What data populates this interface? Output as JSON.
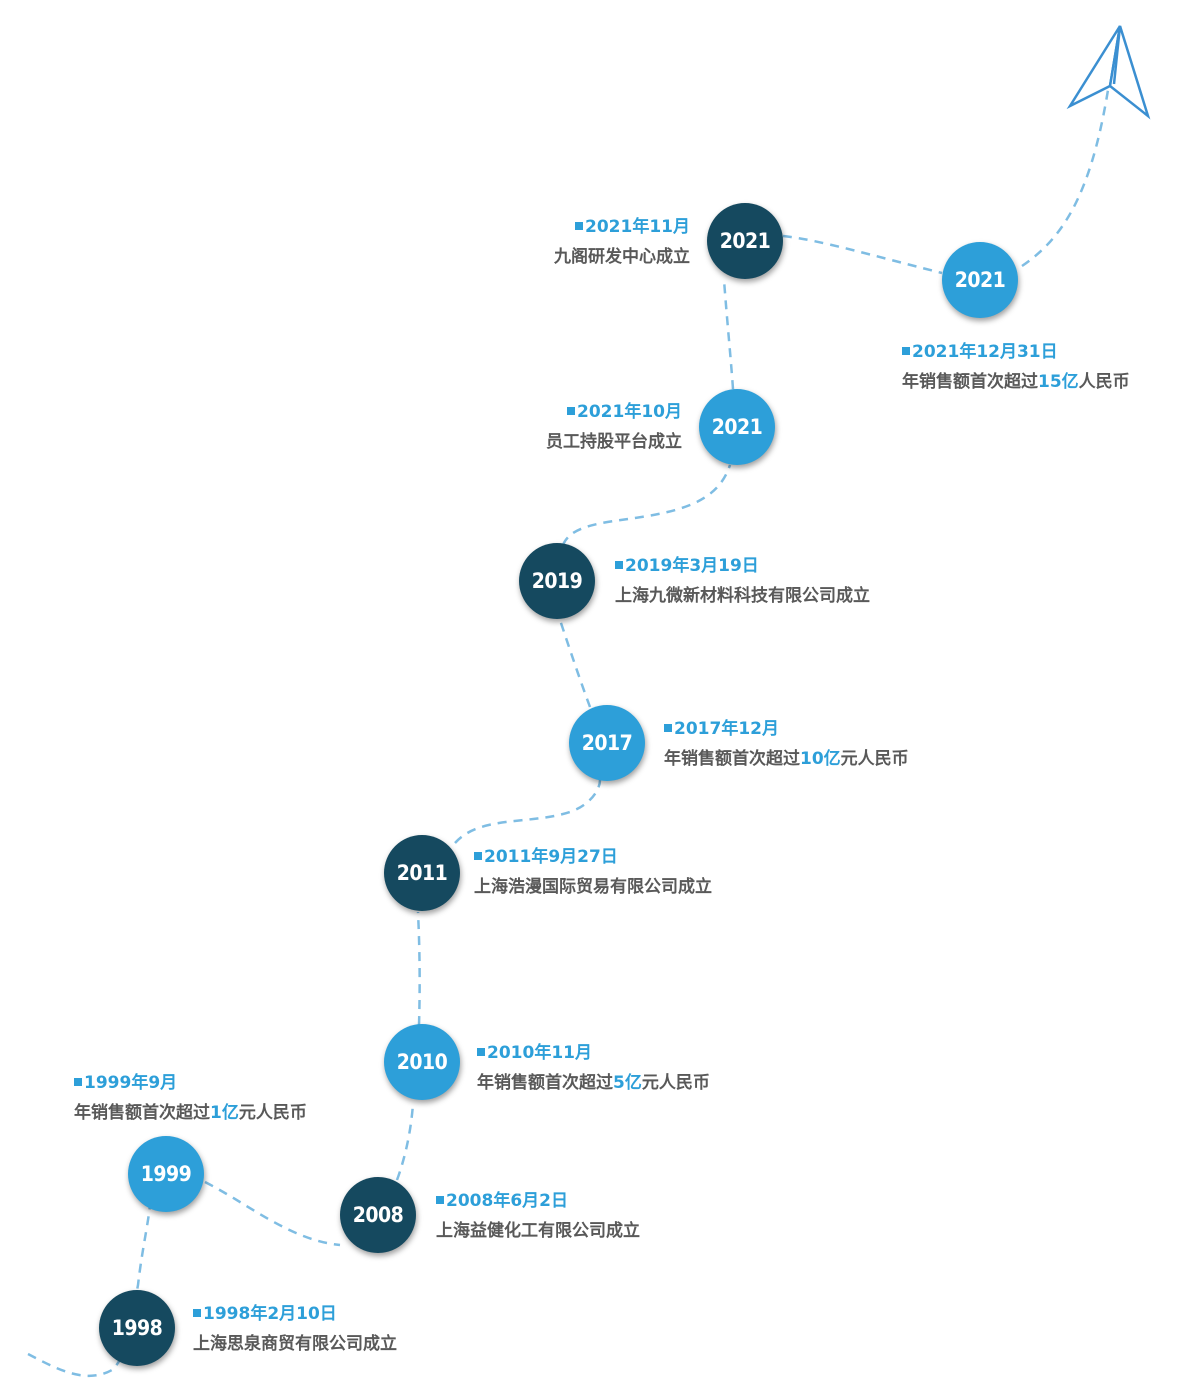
{
  "colors": {
    "dark_node": "#15495f",
    "light_node": "#2d9fd9",
    "date_text": "#2d9fd9",
    "desc_text": "#595959",
    "path_line": "#7fbde3",
    "arrow": "#3b8fd1"
  },
  "arrow_icon": "paper-plane-arrow-icon",
  "milestones": [
    {
      "year": "1998",
      "date": "1998年2月10日",
      "desc": "上海思泉商贸有限公司成立",
      "highlight": ""
    },
    {
      "year": "1999",
      "date": "1999年9月",
      "desc_pre": "年销售额首次超过",
      "highlight": "1亿",
      "desc_post": "元人民币"
    },
    {
      "year": "2008",
      "date": "2008年6月2日",
      "desc": "上海益健化工有限公司成立",
      "highlight": ""
    },
    {
      "year": "2010",
      "date": "2010年11月",
      "desc_pre": "年销售额首次超过",
      "highlight": "5亿",
      "desc_post": "元人民币"
    },
    {
      "year": "2011",
      "date": "2011年9月27日",
      "desc": "上海浩漫国际贸易有限公司成立",
      "highlight": ""
    },
    {
      "year": "2017",
      "date": "2017年12月",
      "desc_pre": "年销售额首次超过",
      "highlight": "10亿",
      "desc_post": "元人民币"
    },
    {
      "year": "2019",
      "date": "2019年3月19日",
      "desc": "上海九微新材料科技有限公司成立",
      "highlight": ""
    },
    {
      "year": "2021",
      "date": "2021年10月",
      "desc": "员工持股平台成立",
      "highlight": ""
    },
    {
      "year": "2021",
      "date": "2021年11月",
      "desc": "九阁研发中心成立",
      "highlight": ""
    },
    {
      "year": "2021",
      "date": "2021年12月31日",
      "desc_pre": "年销售额首次超过",
      "highlight": "15亿",
      "desc_post": "人民币"
    }
  ]
}
